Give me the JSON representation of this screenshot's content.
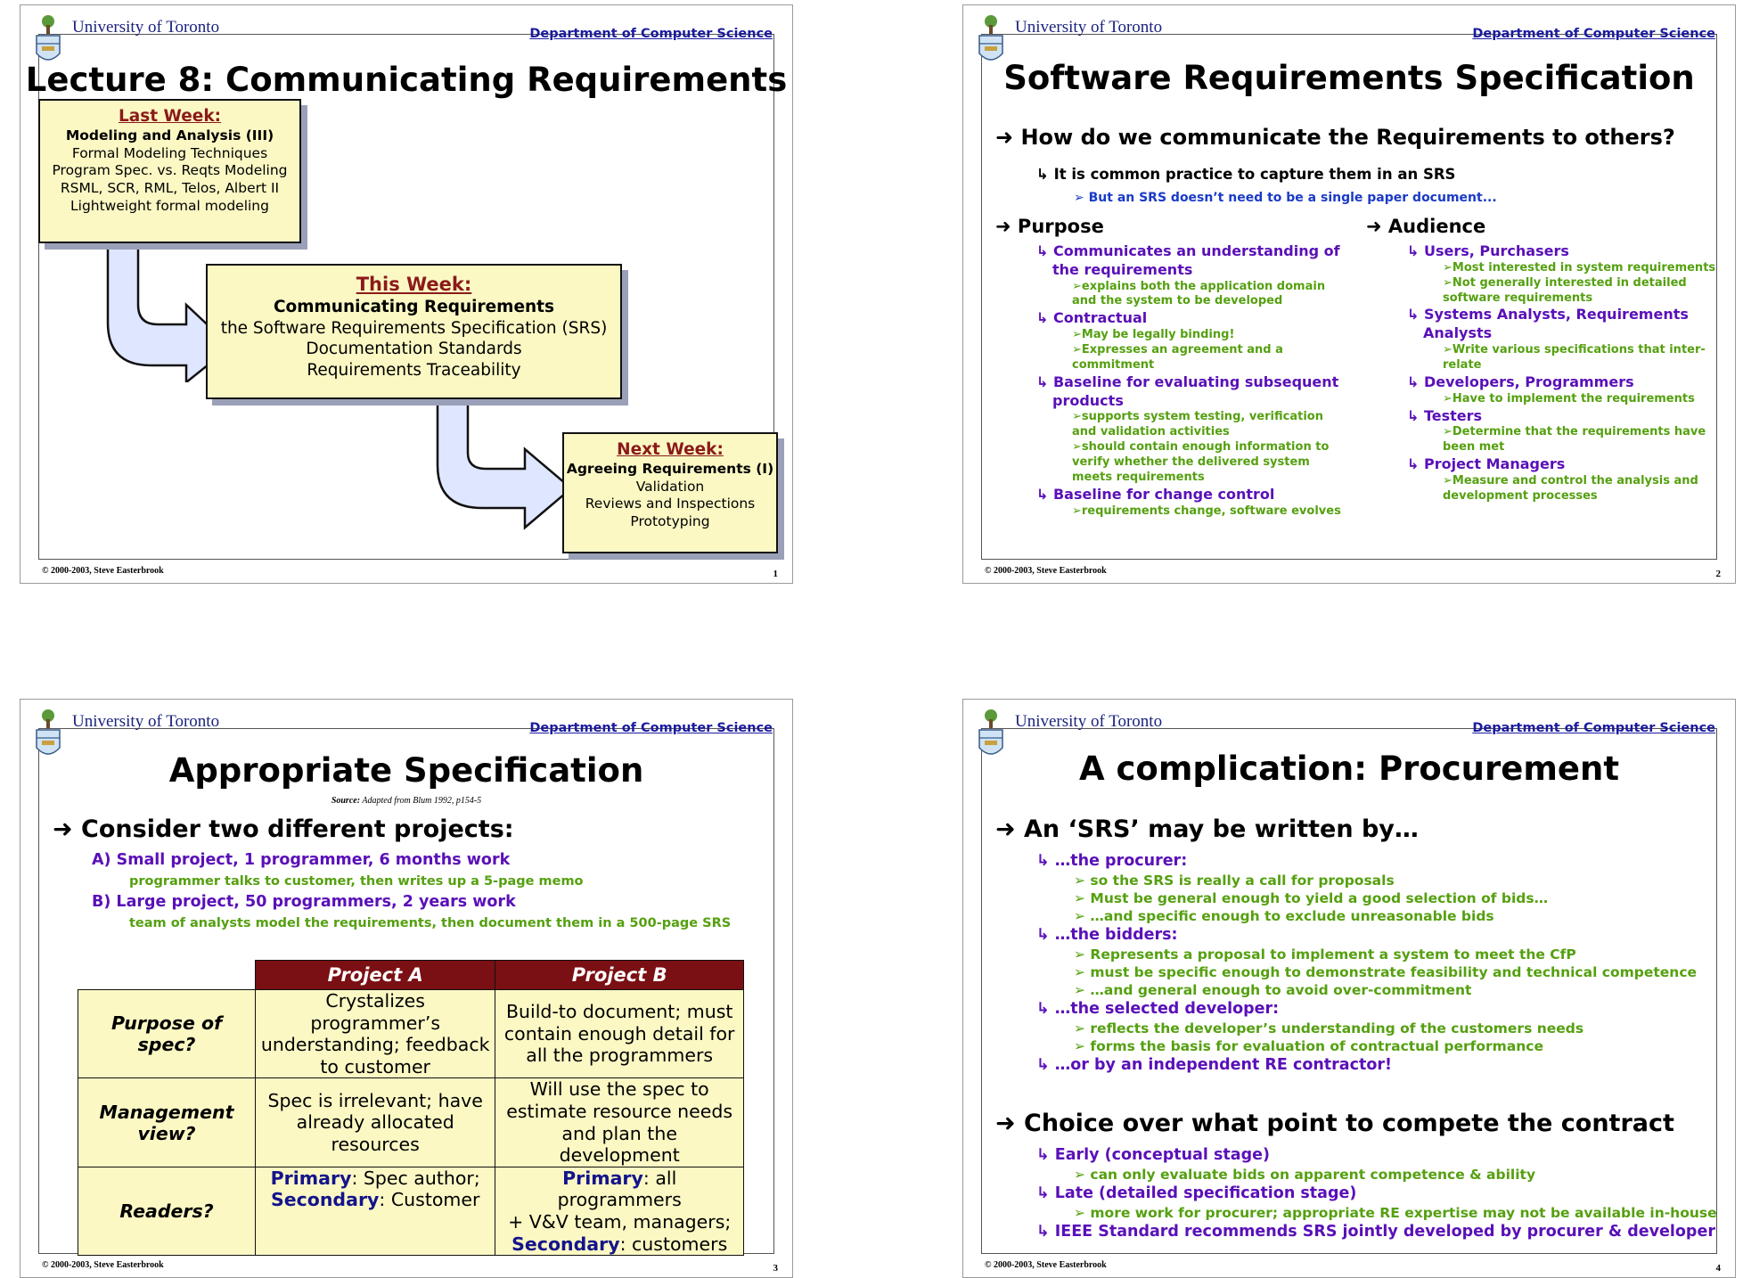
{
  "header": {
    "university": "University of Toronto",
    "department": "Department of Computer Science",
    "copyright": "© 2000-2003, Steve Easterbrook"
  },
  "slide1": {
    "page": "1",
    "title": "Lecture 8: Communicating Requirements",
    "last_week": {
      "heading": "Last Week:",
      "lines": [
        "Modeling and Analysis (III)",
        "Formal Modeling Techniques",
        "Program Spec. vs. Reqts Modeling",
        "RSML, SCR, RML, Telos, Albert II",
        "Lightweight formal modeling"
      ]
    },
    "this_week": {
      "heading": "This Week:",
      "lines": [
        "Communicating Requirements",
        "the Software Requirements Specification (SRS)",
        "Documentation Standards",
        "Requirements Traceability"
      ]
    },
    "next_week": {
      "heading": "Next Week:",
      "lines": [
        "Agreeing Requirements (I)",
        "Validation",
        "Reviews and Inspections",
        "Prototyping"
      ]
    }
  },
  "slide2": {
    "page": "2",
    "title": "Software Requirements Specification",
    "q": "How do we communicate the Requirements to others?",
    "q_sub": "It is common practice to capture them in an SRS",
    "q_sub2": "But an SRS doesn’t need to be a single paper document...",
    "purpose": {
      "heading": "Purpose",
      "items": [
        {
          "t1": "Communicates an understanding of",
          "t2": "the requirements",
          "subs": [
            "➢explains both the application domain",
            "and the system to be developed"
          ]
        },
        {
          "t1": "Contractual",
          "t2": "",
          "subs": [
            "➢May be legally binding!",
            "➢Expresses an agreement and a",
            "commitment"
          ]
        },
        {
          "t1": "Baseline for evaluating subsequent",
          "t2": "products",
          "subs": [
            "➢supports system testing, verification",
            "and validation activities",
            "➢should contain enough information to",
            "verify whether the delivered system",
            "meets requirements"
          ]
        },
        {
          "t1": "Baseline for change control",
          "t2": "",
          "subs": [
            "➢requirements change, software evolves"
          ]
        }
      ]
    },
    "audience": {
      "heading": "Audience",
      "items": [
        {
          "t1": "Users, Purchasers",
          "t2": "",
          "subs": [
            "➢Most interested in system requirements",
            "➢Not generally interested in detailed",
            "software requirements"
          ]
        },
        {
          "t1": "Systems Analysts, Requirements",
          "t2": "Analysts",
          "subs": [
            "➢Write various specifications that inter-",
            "relate"
          ]
        },
        {
          "t1": "Developers, Programmers",
          "t2": "",
          "subs": [
            "➢Have to implement the requirements"
          ]
        },
        {
          "t1": "Testers",
          "t2": "",
          "subs": [
            "➢Determine that the requirements have",
            "been met"
          ]
        },
        {
          "t1": "Project Managers",
          "t2": "",
          "subs": [
            "➢Measure and control the analysis and",
            "development processes"
          ]
        }
      ]
    }
  },
  "slide3": {
    "page": "3",
    "title": "Appropriate Specification",
    "source_label": "Source:",
    "source_text": "Adapted from Blum 1992, p154-5",
    "l1": "Consider two different projects:",
    "a": "A) Small project, 1 programmer, 6 months work",
    "a_sub": "programmer talks to customer, then writes up a 5-page memo",
    "b": "B) Large project, 50 programmers, 2 years work",
    "b_sub": "team of analysts model the requirements, then document them in a 500-page SRS",
    "table": {
      "col_a": "Project A",
      "col_b": "Project B",
      "r1": {
        "h": "Purpose of spec?",
        "a": [
          "Crystalizes programmer’s",
          "understanding; feedback",
          "to customer"
        ],
        "b": [
          "Build-to document; must",
          "contain enough detail for",
          "all the programmers"
        ]
      },
      "r2": {
        "h1": "Management",
        "h2": "view?",
        "a": [
          "Spec is irrelevant; have",
          "already allocated",
          "resources"
        ],
        "b": [
          "Will use the spec to",
          "estimate resource needs",
          "and plan the development"
        ]
      },
      "r3": {
        "h": "Readers?",
        "a_p": "Primary",
        "a_p_t": ": Spec author;",
        "a_s": "Secondary",
        "a_s_t": ": Customer",
        "b_p": "Primary",
        "b_p_t": ": all programmers",
        "b_m": "+ V&V team, managers;",
        "b_s": "Secondary",
        "b_s_t": ": customers"
      }
    }
  },
  "slide4": {
    "page": "4",
    "title": "A complication: Procurement",
    "l1": "An ‘SRS’ may be written by…",
    "g1": "…the procurer:",
    "g1s": [
      "so the SRS is really a call for proposals",
      "Must be general enough to yield a good selection of bids…",
      "…and specific enough to exclude unreasonable bids"
    ],
    "g2": "…the bidders:",
    "g2s": [
      "Represents a proposal to implement a system to meet the CfP",
      "must be specific enough to demonstrate feasibility and technical competence",
      "…and general enough to avoid over-commitment"
    ],
    "g3": "…the selected developer:",
    "g3s": [
      "reflects the developer’s understanding of the customers needs",
      "forms the basis for evaluation of contractual performance"
    ],
    "g4": "…or by an independent RE contractor!",
    "l2": "Choice over what point to compete the contract",
    "e1": "Early (conceptual stage)",
    "e1s": "can only evaluate bids on apparent competence & ability",
    "e2": "Late (detailed specification stage)",
    "e2s": "more work for procurer; appropriate RE expertise may not be available in-house",
    "e3": "IEEE Standard recommends SRS jointly developed by procurer & developer"
  },
  "colors": {
    "purple": "#5a10b8",
    "green": "#55a010",
    "maroon": "#7a0f14",
    "box_fill": "#fbf8c4",
    "arrow_fill": "#dfe6ff"
  }
}
